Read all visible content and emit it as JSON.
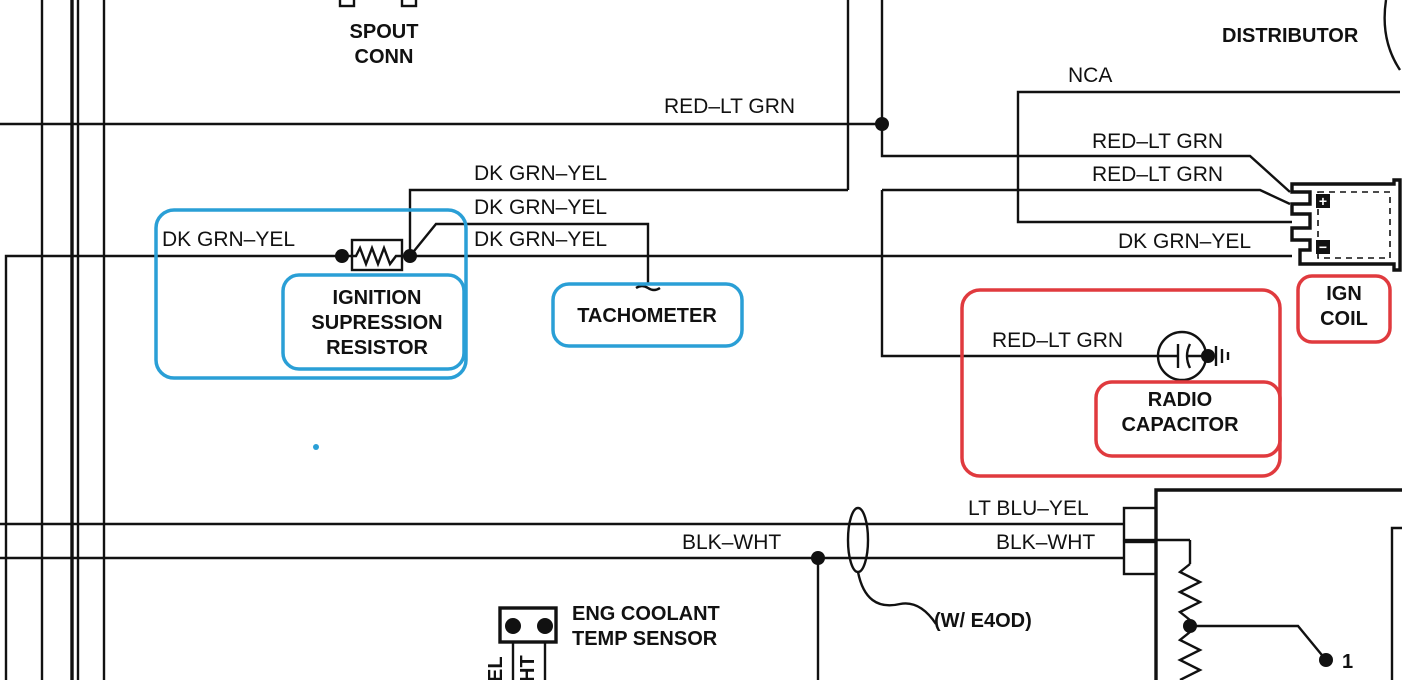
{
  "labels": {
    "spout_conn_1": "SPOUT",
    "spout_conn_2": "CONN",
    "distributor": "DISTRIBUTOR",
    "nca": "NCA",
    "red_lt_grn_top": "RED–LT GRN",
    "red_lt_grn_coil_1": "RED–LT GRN",
    "red_lt_grn_coil_2": "RED–LT GRN",
    "dk_grn_yel_left": "DK GRN–YEL",
    "dk_grn_yel_1": "DK GRN–YEL",
    "dk_grn_yel_2": "DK GRN–YEL",
    "dk_grn_yel_3": "DK GRN–YEL",
    "dk_grn_yel_coil": "DK GRN–YEL",
    "ignition_1": "IGNITION",
    "ignition_2": "SUPRESSION",
    "ignition_3": "RESISTOR",
    "tachometer": "TACHOMETER",
    "ign_coil_1": "IGN",
    "ign_coil_2": "COIL",
    "red_lt_grn_cap": "RED–LT GRN",
    "radio_cap_1": "RADIO",
    "radio_cap_2": "CAPACITOR",
    "lt_blu_yel": "LT BLU–YEL",
    "blk_wht_left": "BLK–WHT",
    "blk_wht_right": "BLK–WHT",
    "w_e4od": "(W/ E4OD)",
    "eng_coolant_1": "ENG COOLANT",
    "eng_coolant_2": "TEMP SENSOR",
    "pin_1": "1",
    "coil_plus": "+",
    "coil_minus": "−",
    "cut_el": "EL",
    "cut_ht": "HT"
  },
  "colors": {
    "wire": "#111111",
    "highlight_blue": "#2a9fd6",
    "highlight_red": "#e03a3e"
  }
}
